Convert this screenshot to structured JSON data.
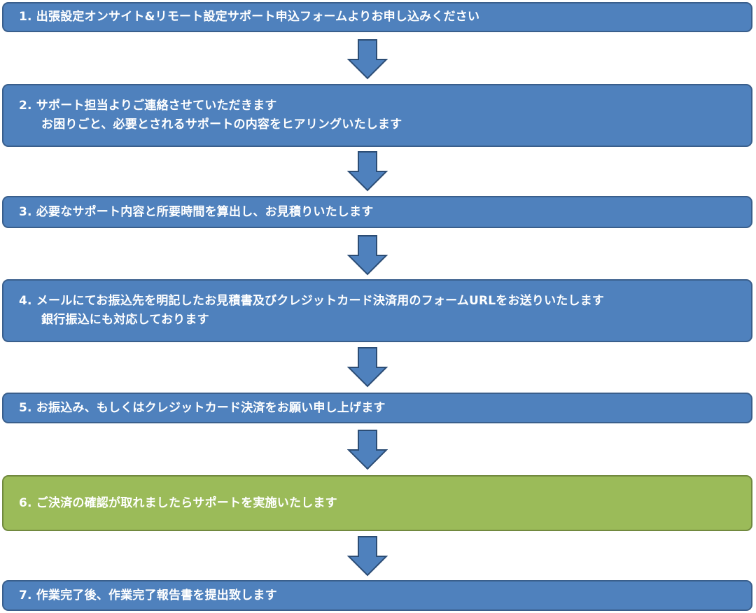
{
  "colors": {
    "step_blue": "#4f81bd",
    "step_blue_border": "#3a5f8c",
    "step_green": "#9bbb59",
    "step_green_border": "#71893f",
    "arrow_fill": "#4f81bd",
    "arrow_border": "#2c4d75",
    "text": "#ffffff"
  },
  "steps": [
    {
      "lines": [
        "1. 出張設定オンサイト&リモート設定サポート申込フォームよりお申し込みください"
      ],
      "color": "blue"
    },
    {
      "lines": [
        "2. サポート担当よりご連絡させていただきます",
        "お困りごと、必要とされるサポートの内容をヒアリングいたします"
      ],
      "color": "blue"
    },
    {
      "lines": [
        "3. 必要なサポート内容と所要時間を算出し、お見積りいたします"
      ],
      "color": "blue"
    },
    {
      "lines": [
        "4. メールにてお振込先を明記したお見積書及びクレジットカード決済用のフォームURLをお送りいたします",
        "銀行振込にも対応しております"
      ],
      "color": "blue"
    },
    {
      "lines": [
        "5. お振込み、もしくはクレジットカード決済をお願い申し上げます"
      ],
      "color": "blue"
    },
    {
      "lines": [
        "6. ご決済の確認が取れましたらサポートを実施いたします"
      ],
      "color": "green"
    },
    {
      "lines": [
        "7. 作業完了後、作業完了報告書を提出致します"
      ],
      "color": "blue"
    }
  ],
  "connector_icon": "down-arrow-icon"
}
